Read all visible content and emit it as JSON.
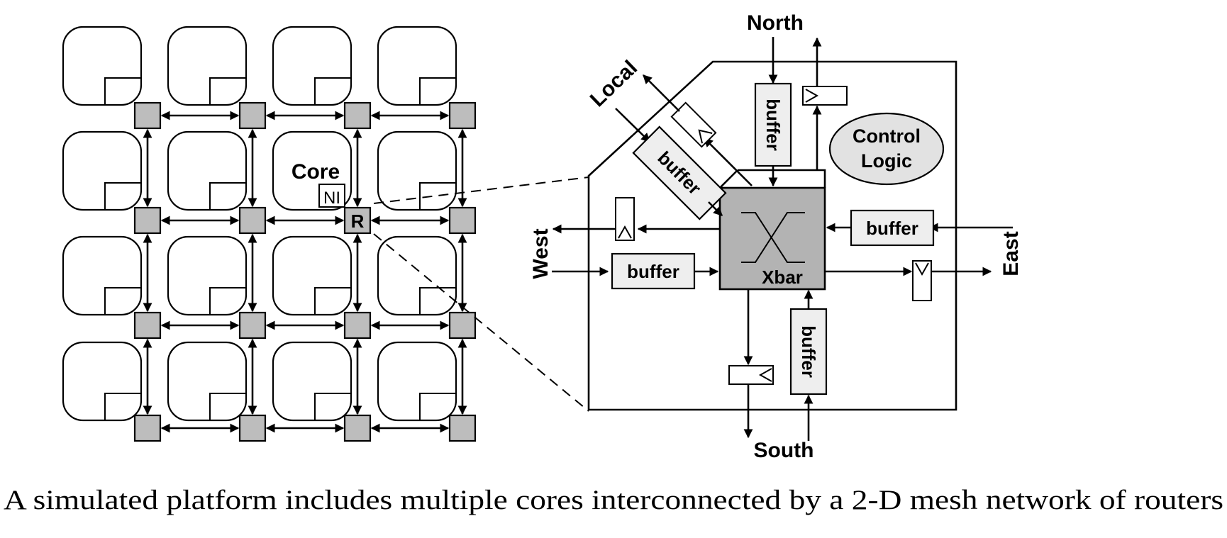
{
  "mesh": {
    "core_label": "Core",
    "ni_label": "NI",
    "router_label": "R"
  },
  "router": {
    "ports": {
      "north": "North",
      "south": "South",
      "east": "East",
      "west": "West",
      "local": "Local"
    },
    "buffer_label": "buffer",
    "xbar_label": "Xbar",
    "control_logic": [
      "Control",
      "Logic"
    ]
  },
  "caption": "A simulated platform includes multiple cores interconnected by a 2-D mesh network of routers",
  "colors": {
    "router_fill": "#bdbdbd",
    "xbar_fill": "#b3b3b3",
    "buffer_fill": "#eeeeee",
    "control_fill": "#e2e2e2",
    "stroke": "#000000"
  }
}
